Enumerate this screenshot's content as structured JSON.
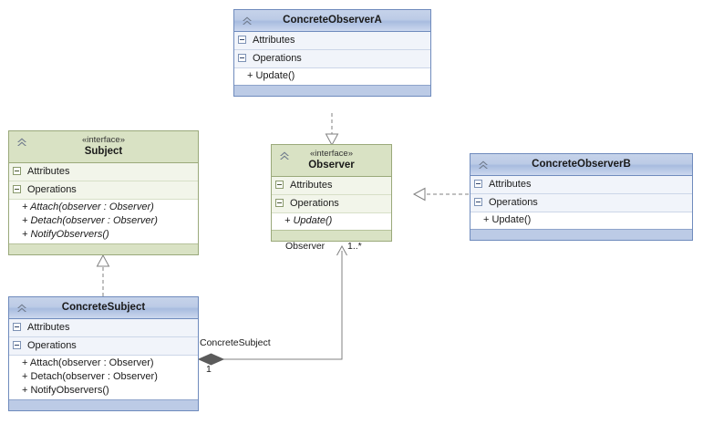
{
  "diagram": {
    "type": "UML class diagram",
    "pattern": "Observer",
    "colors": {
      "class_header_blue": "#bccbe6",
      "interface_header_green": "#d9e2c4",
      "class_border_blue": "#6f8bbd",
      "interface_border_green": "#9aa97a",
      "compartment_blue": "#f1f4fa",
      "compartment_green": "#f2f5ea",
      "line": "#808080",
      "diamond_fill": "#5b5b5b"
    },
    "compartment_labels": {
      "attributes": "Attributes",
      "operations": "Operations"
    },
    "icons": {
      "header": "chevron-double-up-icon",
      "compartment": "collapse-minus-icon"
    }
  },
  "classes": [
    {
      "id": "concrete-observer-a",
      "name": "ConcreteObserverA",
      "stereotype": "",
      "kind": "class",
      "attributes": [],
      "operations": [
        {
          "text": "+ Update()",
          "abstract": false
        }
      ]
    },
    {
      "id": "subject",
      "name": "Subject",
      "stereotype": "«interface»",
      "kind": "interface",
      "attributes": [],
      "operations": [
        {
          "text": "+ Attach(observer : Observer)",
          "abstract": true
        },
        {
          "text": "+ Detach(observer : Observer)",
          "abstract": true
        },
        {
          "text": "+ NotifyObservers()",
          "abstract": true
        }
      ]
    },
    {
      "id": "observer",
      "name": "Observer",
      "stereotype": "«interface»",
      "kind": "interface",
      "attributes": [],
      "operations": [
        {
          "text": "+ Update()",
          "abstract": true
        }
      ]
    },
    {
      "id": "concrete-observer-b",
      "name": "ConcreteObserverB",
      "stereotype": "",
      "kind": "class",
      "attributes": [],
      "operations": [
        {
          "text": "+ Update()",
          "abstract": false
        }
      ]
    },
    {
      "id": "concrete-subject",
      "name": "ConcreteSubject",
      "stereotype": "",
      "kind": "class",
      "attributes": [],
      "operations": [
        {
          "text": "+ Attach(observer : Observer)",
          "abstract": false
        },
        {
          "text": "+ Detach(observer : Observer)",
          "abstract": false
        },
        {
          "text": "+ NotifyObservers()",
          "abstract": false
        }
      ]
    }
  ],
  "relationships": [
    {
      "id": "rel-observer-a",
      "type": "realization",
      "from": "ConcreteObserverA",
      "to": "Observer",
      "style": "dashed",
      "arrowhead": "hollow-triangle"
    },
    {
      "id": "rel-observer-b",
      "type": "realization",
      "from": "ConcreteObserverB",
      "to": "Observer",
      "style": "dashed",
      "arrowhead": "hollow-triangle"
    },
    {
      "id": "rel-concrete-subject",
      "type": "realization",
      "from": "ConcreteSubject",
      "to": "Subject",
      "style": "dashed",
      "arrowhead": "hollow-triangle"
    },
    {
      "id": "rel-aggregation",
      "type": "aggregation",
      "from": "ConcreteSubject",
      "to": "Observer",
      "style": "solid",
      "arrowhead": "open-arrow",
      "source_end_label": "ConcreteSubject",
      "source_multiplicity": "1",
      "target_end_label": "Observer",
      "target_multiplicity": "1..*"
    }
  ],
  "edge_labels": {
    "observer_role": "Observer",
    "observer_multiplicity": "1..*",
    "concrete_subject_role": "ConcreteSubject",
    "concrete_subject_multiplicity": "1"
  }
}
